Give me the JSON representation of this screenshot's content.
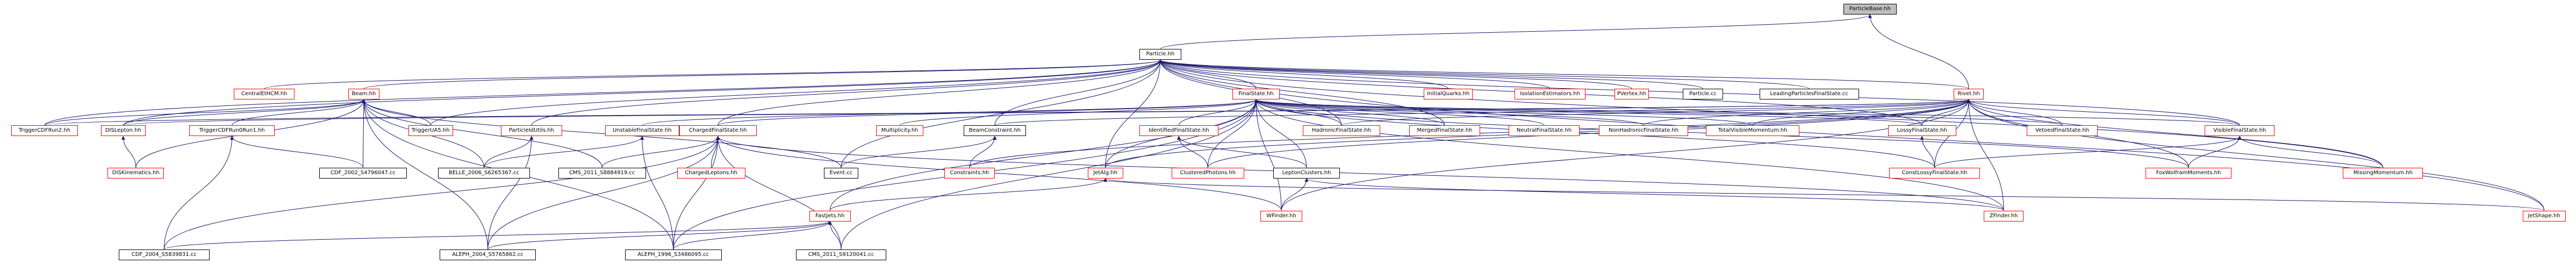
{
  "graph": {
    "root": "ParticleBase.hh",
    "nodes": [
      {
        "id": "ParticleBase",
        "label": "ParticleBase.hh",
        "style": "root"
      },
      {
        "id": "Particle",
        "label": "Particle.hh",
        "style": "black"
      },
      {
        "id": "CentralEtHCM",
        "label": "CentralEtHCM.hh",
        "style": "red"
      },
      {
        "id": "Beam",
        "label": "Beam.hh",
        "style": "red"
      },
      {
        "id": "FinalState",
        "label": "FinalState.hh",
        "style": "red"
      },
      {
        "id": "InitialQuarks",
        "label": "InitialQuarks.hh",
        "style": "red"
      },
      {
        "id": "IsolationEstimators",
        "label": "IsolationEstimators.hh",
        "style": "red"
      },
      {
        "id": "PVertex",
        "label": "PVertex.hh",
        "style": "red"
      },
      {
        "id": "ParticleCc",
        "label": "Particle.cc",
        "style": "black"
      },
      {
        "id": "LeadingParticlesFinalState",
        "label": "LeadingParticlesFinalState.cc",
        "style": "black"
      },
      {
        "id": "Rivet",
        "label": "Rivet.hh",
        "style": "red"
      },
      {
        "id": "TriggerCDFRun2",
        "label": "TriggerCDFRun2.hh",
        "style": "red"
      },
      {
        "id": "DISLepton",
        "label": "DISLepton.hh",
        "style": "red"
      },
      {
        "id": "TriggerCDFRun0Run1",
        "label": "TriggerCDFRun0Run1.hh",
        "style": "red"
      },
      {
        "id": "TriggerUA5",
        "label": "TriggerUA5.hh",
        "style": "red"
      },
      {
        "id": "ParticleIdUtils",
        "label": "ParticleIdUtils.hh",
        "style": "red"
      },
      {
        "id": "UnstableFinalState",
        "label": "UnstableFinalState.hh",
        "style": "red"
      },
      {
        "id": "ChargedFinalState",
        "label": "ChargedFinalState.hh",
        "style": "red"
      },
      {
        "id": "Multiplicity",
        "label": "Multiplicity.hh",
        "style": "red"
      },
      {
        "id": "BeamConstraint",
        "label": "BeamConstraint.hh",
        "style": "black"
      },
      {
        "id": "IdentifiedFinalState",
        "label": "IdentifiedFinalState.hh",
        "style": "red"
      },
      {
        "id": "HadronicFinalState",
        "label": "HadronicFinalState.hh",
        "style": "red"
      },
      {
        "id": "MergedFinalState",
        "label": "MergedFinalState.hh",
        "style": "red"
      },
      {
        "id": "NeutralFinalState",
        "label": "NeutralFinalState.hh",
        "style": "red"
      },
      {
        "id": "NonHadronicFinalState",
        "label": "NonHadronicFinalState.hh",
        "style": "red"
      },
      {
        "id": "TotalVisibleMomentum",
        "label": "TotalVisibleMomentum.hh",
        "style": "red"
      },
      {
        "id": "LossyFinalState",
        "label": "LossyFinalState.hh",
        "style": "red"
      },
      {
        "id": "VetoedFinalState",
        "label": "VetoedFinalState.hh",
        "style": "red"
      },
      {
        "id": "VisibleFinalState",
        "label": "VisibleFinalState.hh",
        "style": "red"
      },
      {
        "id": "DISKinematics",
        "label": "DISKinematics.hh",
        "style": "red"
      },
      {
        "id": "CDF2002",
        "label": "CDF_2002_S4796047.cc",
        "style": "black"
      },
      {
        "id": "BELLE2006",
        "label": "BELLE_2006_S6265367.cc",
        "style": "black"
      },
      {
        "id": "CMS2011S8884919",
        "label": "CMS_2011_S8884919.cc",
        "style": "black"
      },
      {
        "id": "ChargedLeptons",
        "label": "ChargedLeptons.hh",
        "style": "red"
      },
      {
        "id": "EventCc",
        "label": "Event.cc",
        "style": "black"
      },
      {
        "id": "Constraints",
        "label": "Constraints.hh",
        "style": "red"
      },
      {
        "id": "JetAlg",
        "label": "JetAlg.hh",
        "style": "red"
      },
      {
        "id": "ClusteredPhotons",
        "label": "ClusteredPhotons.hh",
        "style": "red"
      },
      {
        "id": "LeptonClusters",
        "label": "LeptonClusters.hh",
        "style": "black"
      },
      {
        "id": "ConstLossyFinalState",
        "label": "ConstLossyFinalState.hh",
        "style": "red"
      },
      {
        "id": "FoxWolframMoments",
        "label": "FoxWolframMoments.hh",
        "style": "red"
      },
      {
        "id": "MissingMomentum",
        "label": "MissingMomentum.hh",
        "style": "red"
      },
      {
        "id": "FastJets",
        "label": "FastJets.hh",
        "style": "red"
      },
      {
        "id": "WFinder",
        "label": "WFinder.hh",
        "style": "red"
      },
      {
        "id": "ZFinder",
        "label": "ZFinder.hh",
        "style": "red"
      },
      {
        "id": "JetShape",
        "label": "JetShape.hh",
        "style": "red"
      },
      {
        "id": "CDF2004",
        "label": "CDF_2004_S5839831.cc",
        "style": "black"
      },
      {
        "id": "ALEPH2004",
        "label": "ALEPH_2004_S5765862.cc",
        "style": "black"
      },
      {
        "id": "ALEPH1996",
        "label": "ALEPH_1996_S3486095.cc",
        "style": "black"
      },
      {
        "id": "CMS2011S9120041",
        "label": "CMS_2011_S9120041.cc",
        "style": "black"
      }
    ],
    "edges": [
      [
        "ParticleBase",
        "Particle"
      ],
      [
        "ParticleBase",
        "Rivet"
      ],
      [
        "Particle",
        "CentralEtHCM"
      ],
      [
        "Particle",
        "Beam"
      ],
      [
        "Particle",
        "FinalState"
      ],
      [
        "Particle",
        "InitialQuarks"
      ],
      [
        "Particle",
        "IsolationEstimators"
      ],
      [
        "Particle",
        "PVertex"
      ],
      [
        "Particle",
        "ParticleCc"
      ],
      [
        "Particle",
        "LeadingParticlesFinalState"
      ],
      [
        "Particle",
        "Rivet"
      ],
      [
        "Particle",
        "TriggerCDFRun2"
      ],
      [
        "Particle",
        "DISLepton"
      ],
      [
        "Particle",
        "TriggerUA5"
      ],
      [
        "Particle",
        "ParticleIdUtils"
      ],
      [
        "Particle",
        "ChargedFinalState"
      ],
      [
        "Particle",
        "BeamConstraint"
      ],
      [
        "Particle",
        "HadronicFinalState"
      ],
      [
        "Particle",
        "MergedFinalState"
      ],
      [
        "Particle",
        "LossyFinalState"
      ],
      [
        "Particle",
        "VisibleFinalState"
      ],
      [
        "Particle",
        "MissingMomentum"
      ],
      [
        "Particle",
        "JetShape"
      ],
      [
        "Particle",
        "JetAlg"
      ],
      [
        "Particle",
        "EventCc"
      ],
      [
        "Beam",
        "TriggerCDFRun2"
      ],
      [
        "Beam",
        "DISLepton"
      ],
      [
        "Beam",
        "TriggerCDFRun0Run1"
      ],
      [
        "Beam",
        "TriggerUA5"
      ],
      [
        "Beam",
        "DISKinematics"
      ],
      [
        "Beam",
        "CDF2002"
      ],
      [
        "Beam",
        "BELLE2006"
      ],
      [
        "Beam",
        "CMS2011S8884919"
      ],
      [
        "Beam",
        "ALEPH2004"
      ],
      [
        "Beam",
        "ALEPH1996"
      ],
      [
        "Beam",
        "EventCc"
      ],
      [
        "FinalState",
        "UnstableFinalState"
      ],
      [
        "FinalState",
        "ChargedFinalState"
      ],
      [
        "FinalState",
        "Multiplicity"
      ],
      [
        "FinalState",
        "IdentifiedFinalState"
      ],
      [
        "FinalState",
        "HadronicFinalState"
      ],
      [
        "FinalState",
        "MergedFinalState"
      ],
      [
        "FinalState",
        "NeutralFinalState"
      ],
      [
        "FinalState",
        "NonHadronicFinalState"
      ],
      [
        "FinalState",
        "TotalVisibleMomentum"
      ],
      [
        "FinalState",
        "LossyFinalState"
      ],
      [
        "FinalState",
        "VetoedFinalState"
      ],
      [
        "FinalState",
        "VisibleFinalState"
      ],
      [
        "FinalState",
        "JetAlg"
      ],
      [
        "FinalState",
        "ClusteredPhotons"
      ],
      [
        "FinalState",
        "LeptonClusters"
      ],
      [
        "FinalState",
        "ConstLossyFinalState"
      ],
      [
        "FinalState",
        "FoxWolframMoments"
      ],
      [
        "FinalState",
        "FastJets"
      ],
      [
        "FinalState",
        "WFinder"
      ],
      [
        "FinalState",
        "ZFinder"
      ],
      [
        "FinalState",
        "CMS2011S9120041"
      ],
      [
        "FinalState",
        "ALEPH1996"
      ],
      [
        "Rivet",
        "DISLepton"
      ],
      [
        "Rivet",
        "BeamConstraint"
      ],
      [
        "Rivet",
        "Constraints"
      ],
      [
        "Rivet",
        "HadronicFinalState"
      ],
      [
        "Rivet",
        "NonHadronicFinalState"
      ],
      [
        "Rivet",
        "TotalVisibleMomentum"
      ],
      [
        "Rivet",
        "LossyFinalState"
      ],
      [
        "Rivet",
        "VetoedFinalState"
      ],
      [
        "Rivet",
        "VisibleFinalState"
      ],
      [
        "Rivet",
        "MissingMomentum"
      ],
      [
        "Rivet",
        "JetShape"
      ],
      [
        "Rivet",
        "JetAlg"
      ],
      [
        "Rivet",
        "ClusteredPhotons"
      ],
      [
        "Rivet",
        "ConstLossyFinalState"
      ],
      [
        "Rivet",
        "FoxWolframMoments"
      ],
      [
        "Rivet",
        "ZFinder"
      ],
      [
        "Rivet",
        "WFinder"
      ],
      [
        "Rivet",
        "TriggerCDFRun2"
      ],
      [
        "TriggerCDFRun0Run1",
        "CDF2004"
      ],
      [
        "TriggerCDFRun0Run1",
        "CDF2002"
      ],
      [
        "DISLepton",
        "DISKinematics"
      ],
      [
        "ParticleIdUtils",
        "BELLE2006"
      ],
      [
        "ParticleIdUtils",
        "ALEPH2004"
      ],
      [
        "UnstableFinalState",
        "BELLE2006"
      ],
      [
        "UnstableFinalState",
        "ALEPH1996"
      ],
      [
        "ChargedFinalState",
        "ChargedLeptons"
      ],
      [
        "ChargedFinalState",
        "CDF2004"
      ],
      [
        "ChargedFinalState",
        "ALEPH2004"
      ],
      [
        "ChargedFinalState",
        "ALEPH1996"
      ],
      [
        "ChargedFinalState",
        "CMS2011S9120041"
      ],
      [
        "ChargedFinalState",
        "CMS2011S8884919"
      ],
      [
        "ChargedFinalState",
        "ZFinder"
      ],
      [
        "ChargedFinalState",
        "WFinder"
      ],
      [
        "BeamConstraint",
        "EventCc"
      ],
      [
        "BeamConstraint",
        "Constraints"
      ],
      [
        "IdentifiedFinalState",
        "ClusteredPhotons"
      ],
      [
        "IdentifiedFinalState",
        "LeptonClusters"
      ],
      [
        "LossyFinalState",
        "ConstLossyFinalState"
      ],
      [
        "VisibleFinalState",
        "FoxWolframMoments"
      ],
      [
        "VisibleFinalState",
        "MissingMomentum"
      ],
      [
        "VisibleFinalState",
        "ConstLossyFinalState"
      ],
      [
        "JetAlg",
        "FastJets"
      ],
      [
        "JetAlg",
        "JetShape"
      ],
      [
        "LeptonClusters",
        "WFinder"
      ],
      [
        "LeptonClusters",
        "ZFinder"
      ],
      [
        "FastJets",
        "CDF2004"
      ],
      [
        "FastJets",
        "ALEPH2004"
      ],
      [
        "FastJets",
        "ALEPH1996"
      ],
      [
        "FastJets",
        "CMS2011S9120041"
      ]
    ]
  }
}
